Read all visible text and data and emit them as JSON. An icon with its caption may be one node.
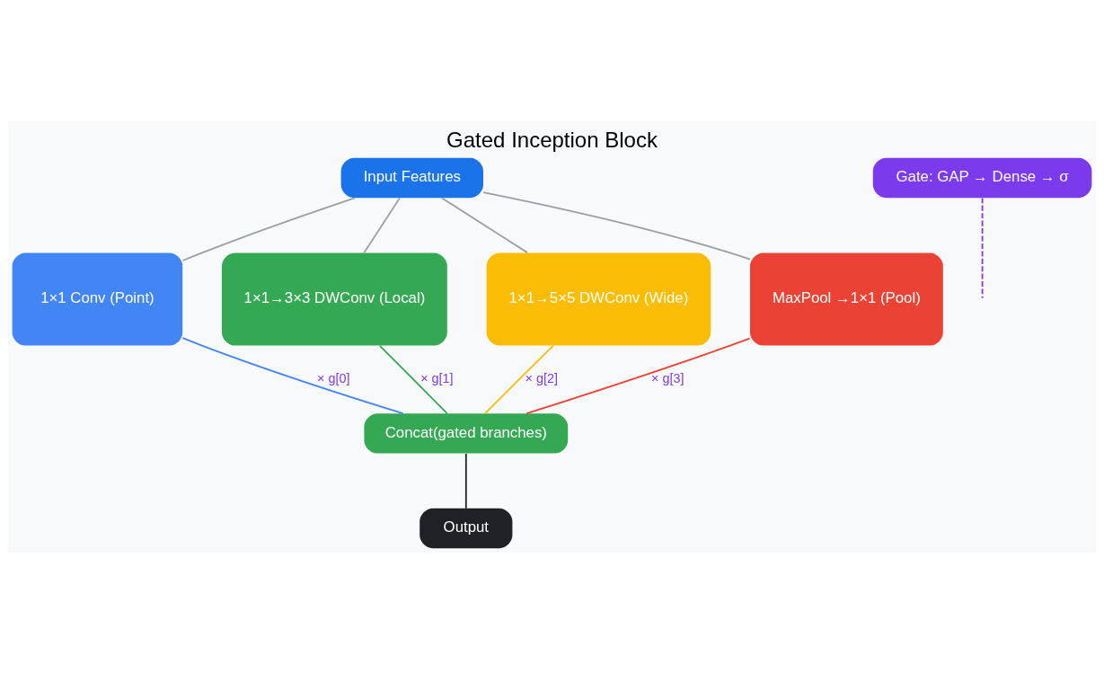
{
  "diagram": {
    "title": "Gated Inception Block",
    "nodes": [
      {
        "text": [
          "Input Features"
        ]
      },
      {
        "text": [
          "1×1 Conv (Point)"
        ]
      },
      {
        "text": [
          "1×1→3×3 DWConv (Local)"
        ]
      },
      {
        "text": [
          "1×1→5×5 DWConv (Wide)"
        ]
      },
      {
        "text": [
          "MaxPool →1×1 (Pool)"
        ]
      },
      {
        "text": [
          "Gate: GAP → Dense → σ"
        ]
      },
      {
        "text": [
          "Concat(gated branches)"
        ]
      },
      {
        "text": [
          "Output"
        ]
      }
    ],
    "edges": [
      {
        "from": 0,
        "to": 1,
        "arrow": "none"
      },
      {
        "from": 0,
        "to": 2,
        "arrow": "none"
      },
      {
        "from": 0,
        "to": 3,
        "arrow": "none"
      },
      {
        "from": 0,
        "to": 4,
        "arrow": "none"
      },
      {
        "from": 1,
        "to": 6,
        "arrow": "none",
        "label": "× g[0]",
        "color": "#4285f4"
      },
      {
        "from": 2,
        "to": 6,
        "arrow": "none",
        "label": "× g[1]",
        "color": "#34a853"
      },
      {
        "from": 3,
        "to": 6,
        "arrow": "none",
        "label": "× g[2]",
        "color": "#fbbc04"
      },
      {
        "from": 4,
        "to": 6,
        "arrow": "none",
        "label": "× g[3]",
        "color": "#ea4335"
      },
      {
        "from": 5,
        "to": null,
        "arrow": "none",
        "style": "dashed",
        "color": "#7c3aed"
      },
      {
        "from": 6,
        "to": 7,
        "arrow": "none",
        "color": "#202124"
      }
    ]
  }
}
